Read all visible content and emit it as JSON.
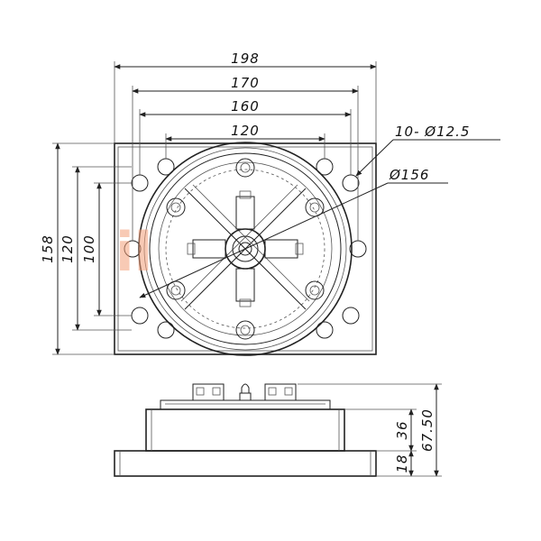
{
  "top_view": {
    "dim_198": "198",
    "dim_170": "170",
    "dim_160": "160",
    "dim_120_h": "120",
    "dim_158": "158",
    "dim_120_v": "120",
    "dim_100": "100",
    "holes_callout": "10- Ø12.5",
    "diameter_callout": "Ø156"
  },
  "side_view": {
    "dim_36": "36",
    "dim_18": "18",
    "dim_67_50": "67.50"
  },
  "watermark": {
    "text": "il",
    "color": "#f4a07a"
  }
}
